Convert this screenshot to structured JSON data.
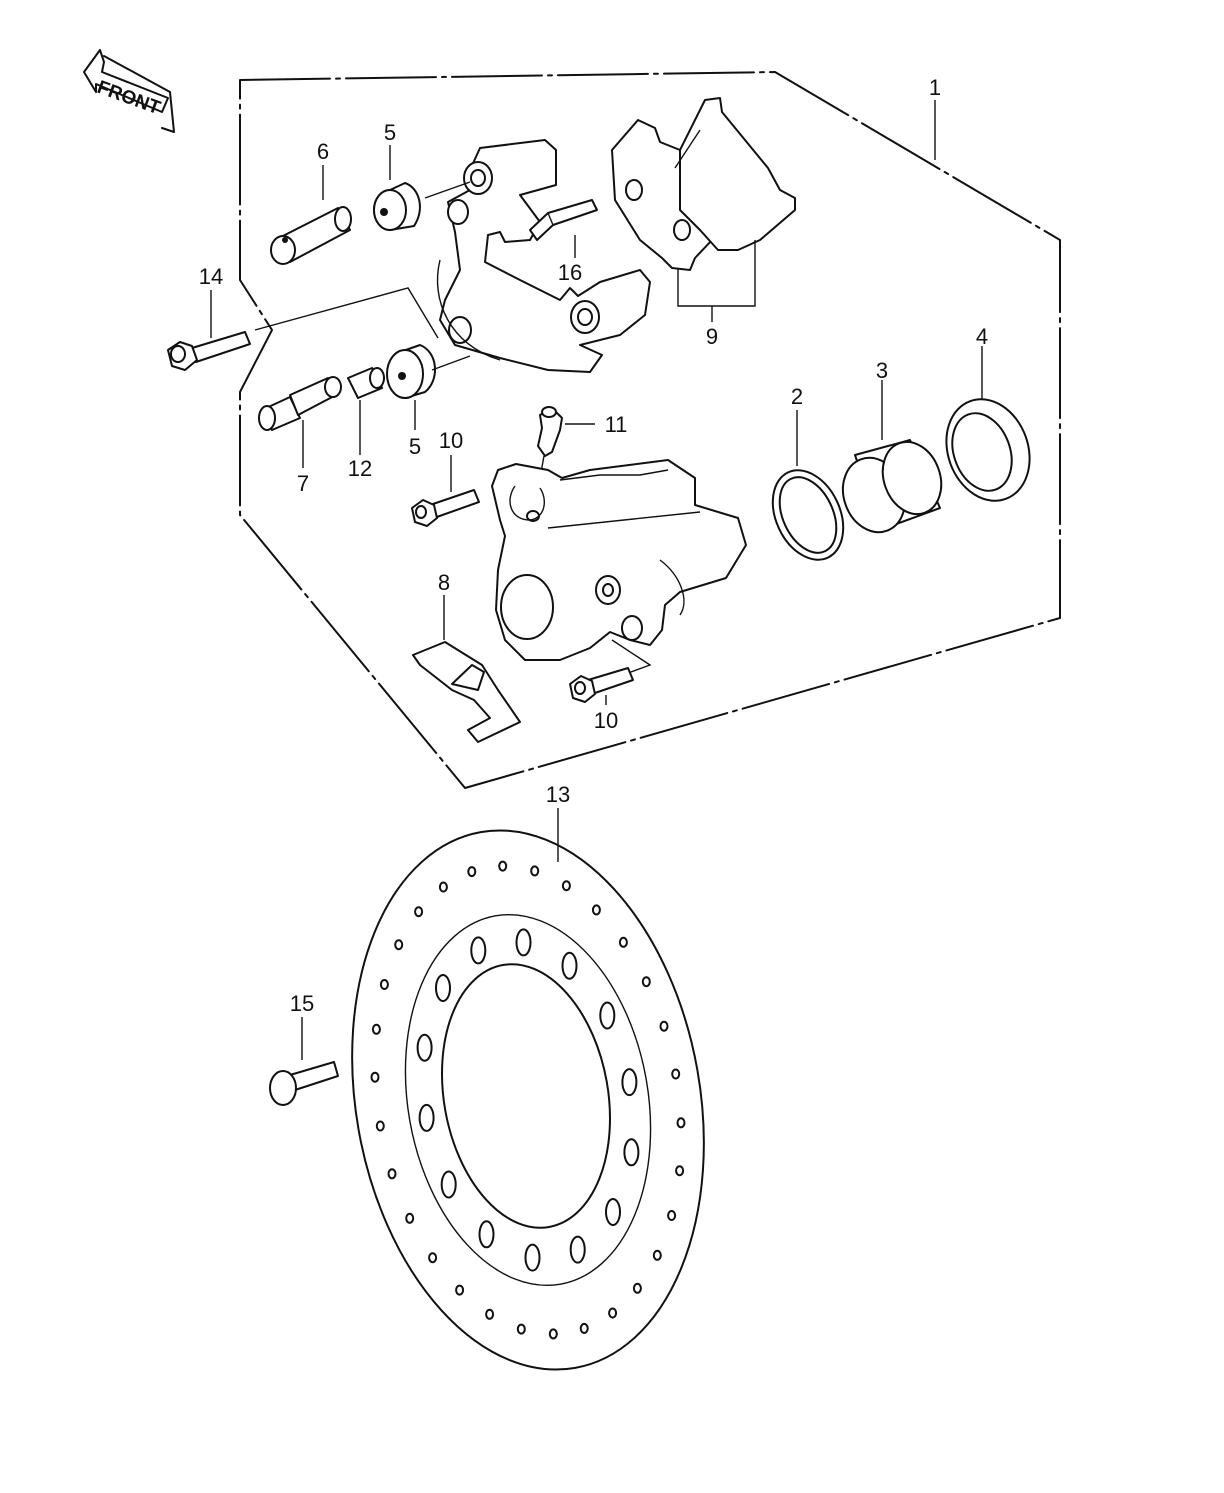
{
  "front_arrow": {
    "text": "FRONT"
  },
  "callouts": [
    {
      "id": "c1",
      "text": "1"
    },
    {
      "id": "c2",
      "text": "2"
    },
    {
      "id": "c3",
      "text": "3"
    },
    {
      "id": "c4",
      "text": "4"
    },
    {
      "id": "c5a",
      "text": "5"
    },
    {
      "id": "c5b",
      "text": "5"
    },
    {
      "id": "c6",
      "text": "6"
    },
    {
      "id": "c7",
      "text": "7"
    },
    {
      "id": "c8",
      "text": "8"
    },
    {
      "id": "c9",
      "text": "9"
    },
    {
      "id": "c10a",
      "text": "10"
    },
    {
      "id": "c10b",
      "text": "10"
    },
    {
      "id": "c11",
      "text": "11"
    },
    {
      "id": "c12",
      "text": "12"
    },
    {
      "id": "c13",
      "text": "13"
    },
    {
      "id": "c14",
      "text": "14"
    },
    {
      "id": "c15",
      "text": "15"
    },
    {
      "id": "c16",
      "text": "16"
    }
  ]
}
